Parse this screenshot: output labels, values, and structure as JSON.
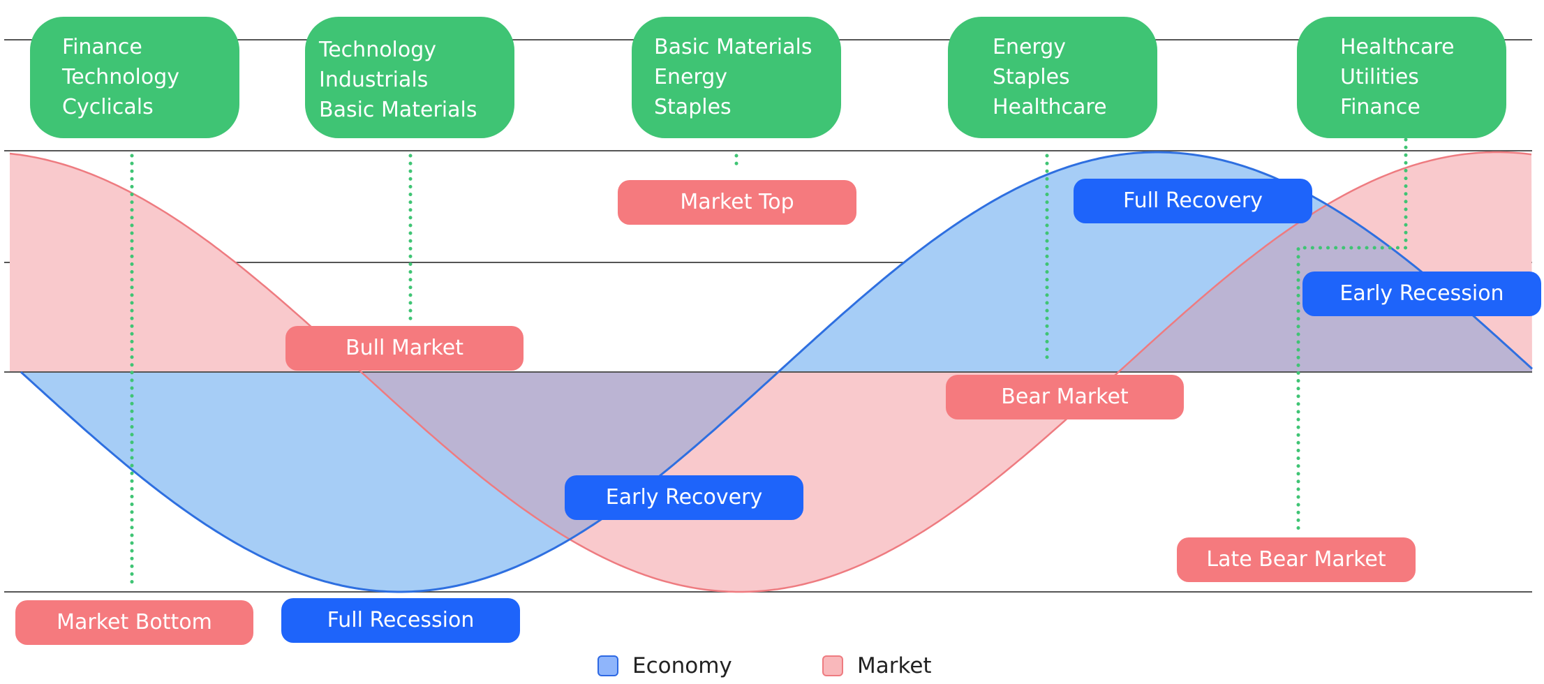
{
  "colors": {
    "economy_fill": "#a6cdf6",
    "economy_line": "#2e6fe0",
    "market_fill": "#f9c9cc",
    "market_line": "#ee7b80",
    "overlap": "#bbb4d3",
    "sector_box": "#3fc474",
    "market_label": "#f57a7e",
    "economy_label": "#1e64fa"
  },
  "sector_groups": [
    {
      "sectors": [
        "Finance",
        "Technology",
        "Cyclicals"
      ]
    },
    {
      "sectors": [
        "Technology",
        "Industrials",
        "Basic Materials"
      ]
    },
    {
      "sectors": [
        "Basic Materials",
        "Energy",
        "Staples"
      ]
    },
    {
      "sectors": [
        "Energy",
        "Staples",
        "Healthcare"
      ]
    },
    {
      "sectors": [
        "Healthcare",
        "Utilities",
        "Finance"
      ]
    }
  ],
  "market_phases": [
    "Market Bottom",
    "Bull Market",
    "Market Top",
    "Bear Market",
    "Late Bear Market"
  ],
  "economy_phases": [
    "Full Recession",
    "Early Recovery",
    "Full Recovery",
    "Early Recession"
  ],
  "legend": [
    {
      "label": "Economy",
      "icon": "economy-swatch"
    },
    {
      "label": "Market",
      "icon": "market-swatch"
    }
  ]
}
